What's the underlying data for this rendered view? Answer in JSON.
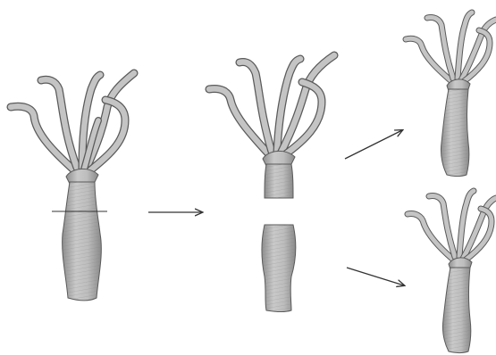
{
  "diagram": {
    "stages": [
      {
        "id": "whole",
        "label": ""
      },
      {
        "id": "cut-pieces",
        "label": ""
      },
      {
        "id": "regenerated-top",
        "label": ""
      },
      {
        "id": "regenerated-bottom",
        "label": ""
      }
    ],
    "colors": {
      "body_fill": "#b9b9b9",
      "body_shade": "#8e8e8e",
      "outline": "#5a5a5a",
      "arrow": "#333333",
      "cut_line": "#333333"
    },
    "icons": [
      "hydra-organism",
      "arrow-right",
      "cut-line"
    ]
  }
}
